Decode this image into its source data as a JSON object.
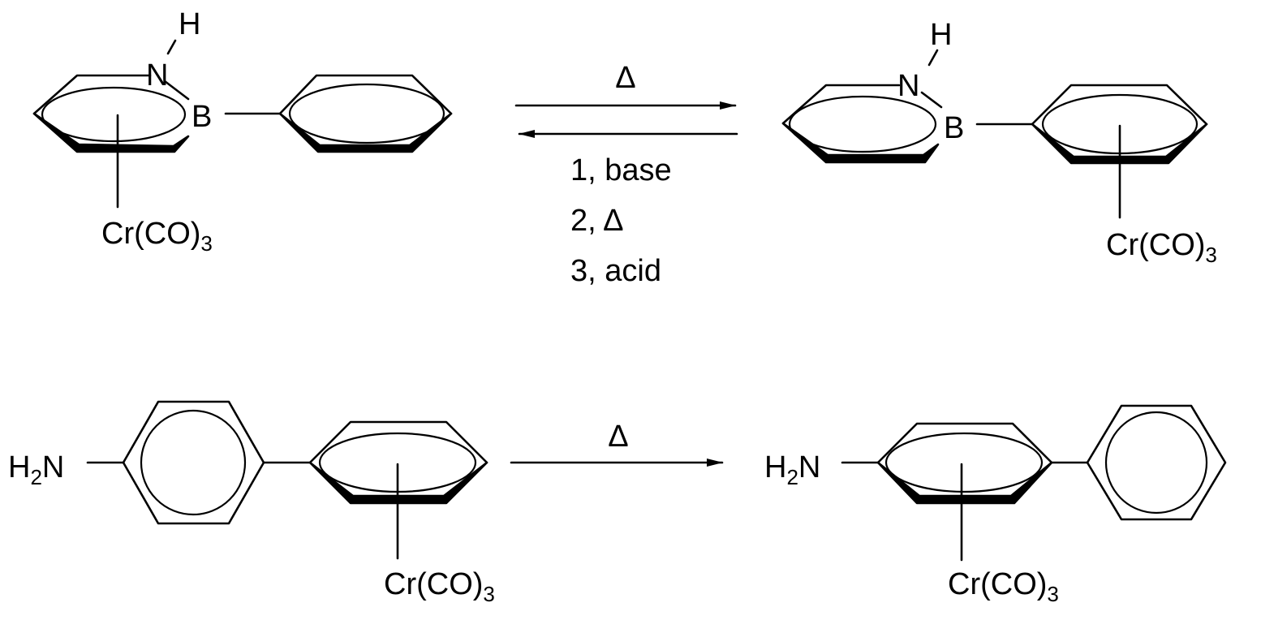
{
  "atoms": {
    "h": "H",
    "n": "N",
    "b": "B",
    "h2n_h": "H",
    "h2n_2": "2",
    "h2n_n": "N"
  },
  "metal": {
    "prefix": "Cr(CO)",
    "subscript": "3"
  },
  "reaction1": {
    "forward_condition": "Δ",
    "reverse_conditions": [
      "1, base",
      "2, Δ",
      "3, acid"
    ]
  },
  "reaction2": {
    "forward_condition": "Δ"
  }
}
